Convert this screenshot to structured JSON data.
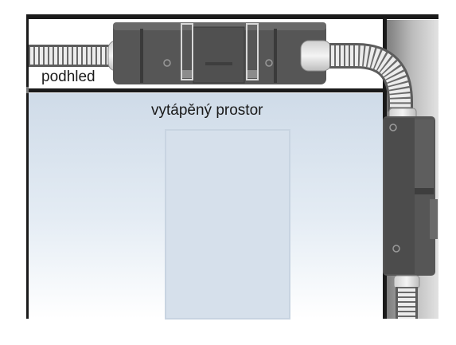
{
  "labels": {
    "ceiling_space": "podhled",
    "heated_space": "vytápěný prostor"
  },
  "colors": {
    "background": "#ffffff",
    "structure_line": "#1a1a1a",
    "room_gradient_top": "#cfdbe8",
    "room_gradient_bottom": "#ffffff",
    "door_fill": "#d8e1ec",
    "unit_body": "#555555",
    "unit_dark": "#3c3c3c",
    "duct_fill": "#e8e8e8",
    "duct_rib": "#6e6e6e",
    "outer_wall_gray": "#a9a9a9"
  },
  "icons": [
    "ceiling-ventilation-unit",
    "wall-ventilation-unit",
    "flexible-duct"
  ]
}
